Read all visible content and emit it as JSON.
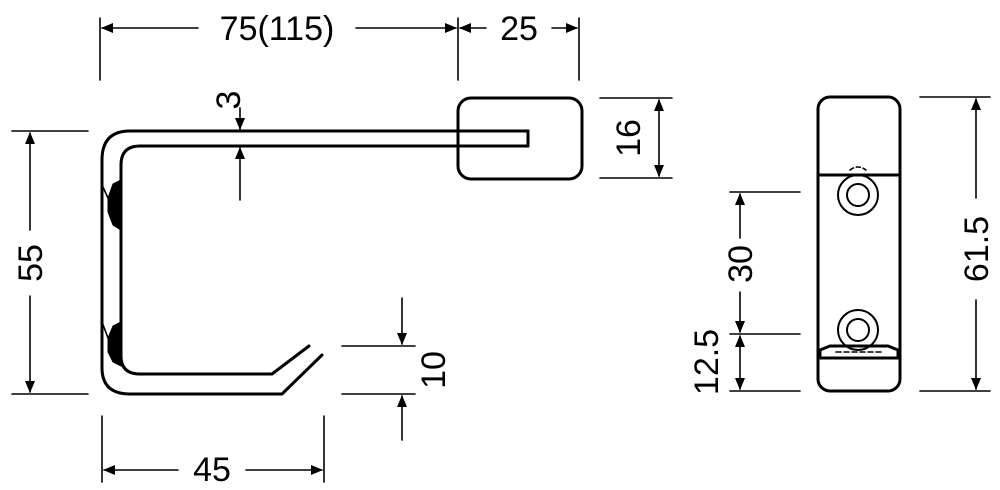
{
  "dimensions": {
    "overall_length": "75(115)",
    "plate_width": "25",
    "bar_thickness": "3",
    "plate_height": "16",
    "height": "55",
    "end_rise": "10",
    "inner_width": "45",
    "hole_spacing": "30",
    "hole_offset": "12.5",
    "total_height": "61.5"
  },
  "colors": {
    "ink": "#000000",
    "paper": "#ffffff"
  }
}
